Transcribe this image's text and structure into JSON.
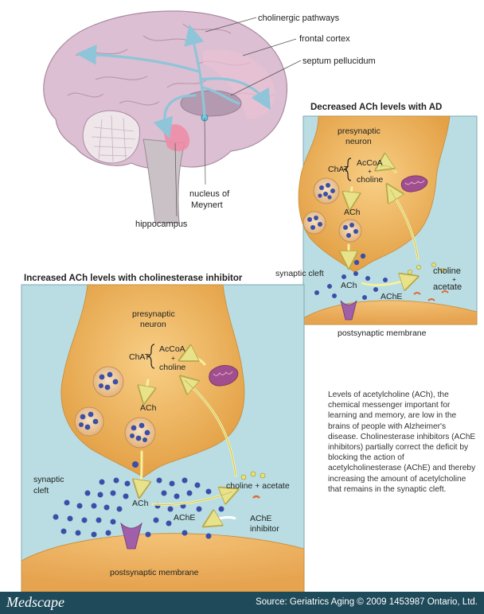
{
  "brain_labels": {
    "cholinergic_pathways": "cholinergic pathways",
    "frontal_cortex": "frontal cortex",
    "septum_pellucidum": "septum pellucidum",
    "nucleus_of_meynert_line1": "nucleus of",
    "nucleus_of_meynert_line2": "Meynert",
    "hippocampus": "hippocampus"
  },
  "panel_ad": {
    "title": "Decreased ACh levels with AD",
    "presynaptic_line1": "presynaptic",
    "presynaptic_line2": "neuron",
    "chat": "ChAT",
    "acetyl_coa": "AcCoA",
    "plus": "+",
    "choline": "choline",
    "ach_vesicle": "ACh",
    "synaptic_cleft": "synaptic cleft",
    "ach_cleft": "ACh",
    "ache": "AChE",
    "choline_product": "choline",
    "acetate_product": "acetate",
    "postsynaptic": "postsynaptic membrane"
  },
  "panel_inhibitor": {
    "title": "Increased ACh levels with cholinesterase inhibitor",
    "presynaptic_line1": "presynaptic",
    "presynaptic_line2": "neuron",
    "chat": "ChAT",
    "acetyl_coa": "AcCoA",
    "plus": "+",
    "choline": "choline",
    "ach_vesicle": "ACh",
    "synaptic_line1": "synaptic",
    "synaptic_line2": "cleft",
    "ach_cleft": "ACh",
    "ache": "AChE",
    "products": "choline + acetate",
    "inhibitor_line1": "AChE",
    "inhibitor_line2": "inhibitor",
    "postsynaptic": "postsynaptic membrane"
  },
  "description": "Levels of acetylcholine (ACh), the chemical messenger important for learning and memory, are low in the brains of people with Alzheimer's disease. Cholinesterase inhibitors (AChE inhibitors) partially correct the deficit by blocking the action of acetylcholinesterase (AChE) and thereby increasing the amount of acetylcholine that remains in the synaptic cleft.",
  "footer": {
    "logo": "Medscape",
    "source": "Source: Geriatrics Aging © 2009 1453987 Ontario, Ltd."
  },
  "colors": {
    "panel_bg": "#b9dde3",
    "neuron": "#f0b563",
    "neuron_dark": "#d99336",
    "molecule": "#3b4fa8",
    "arrow": "#f4f0a0",
    "brain": "#d9b8cf"
  }
}
